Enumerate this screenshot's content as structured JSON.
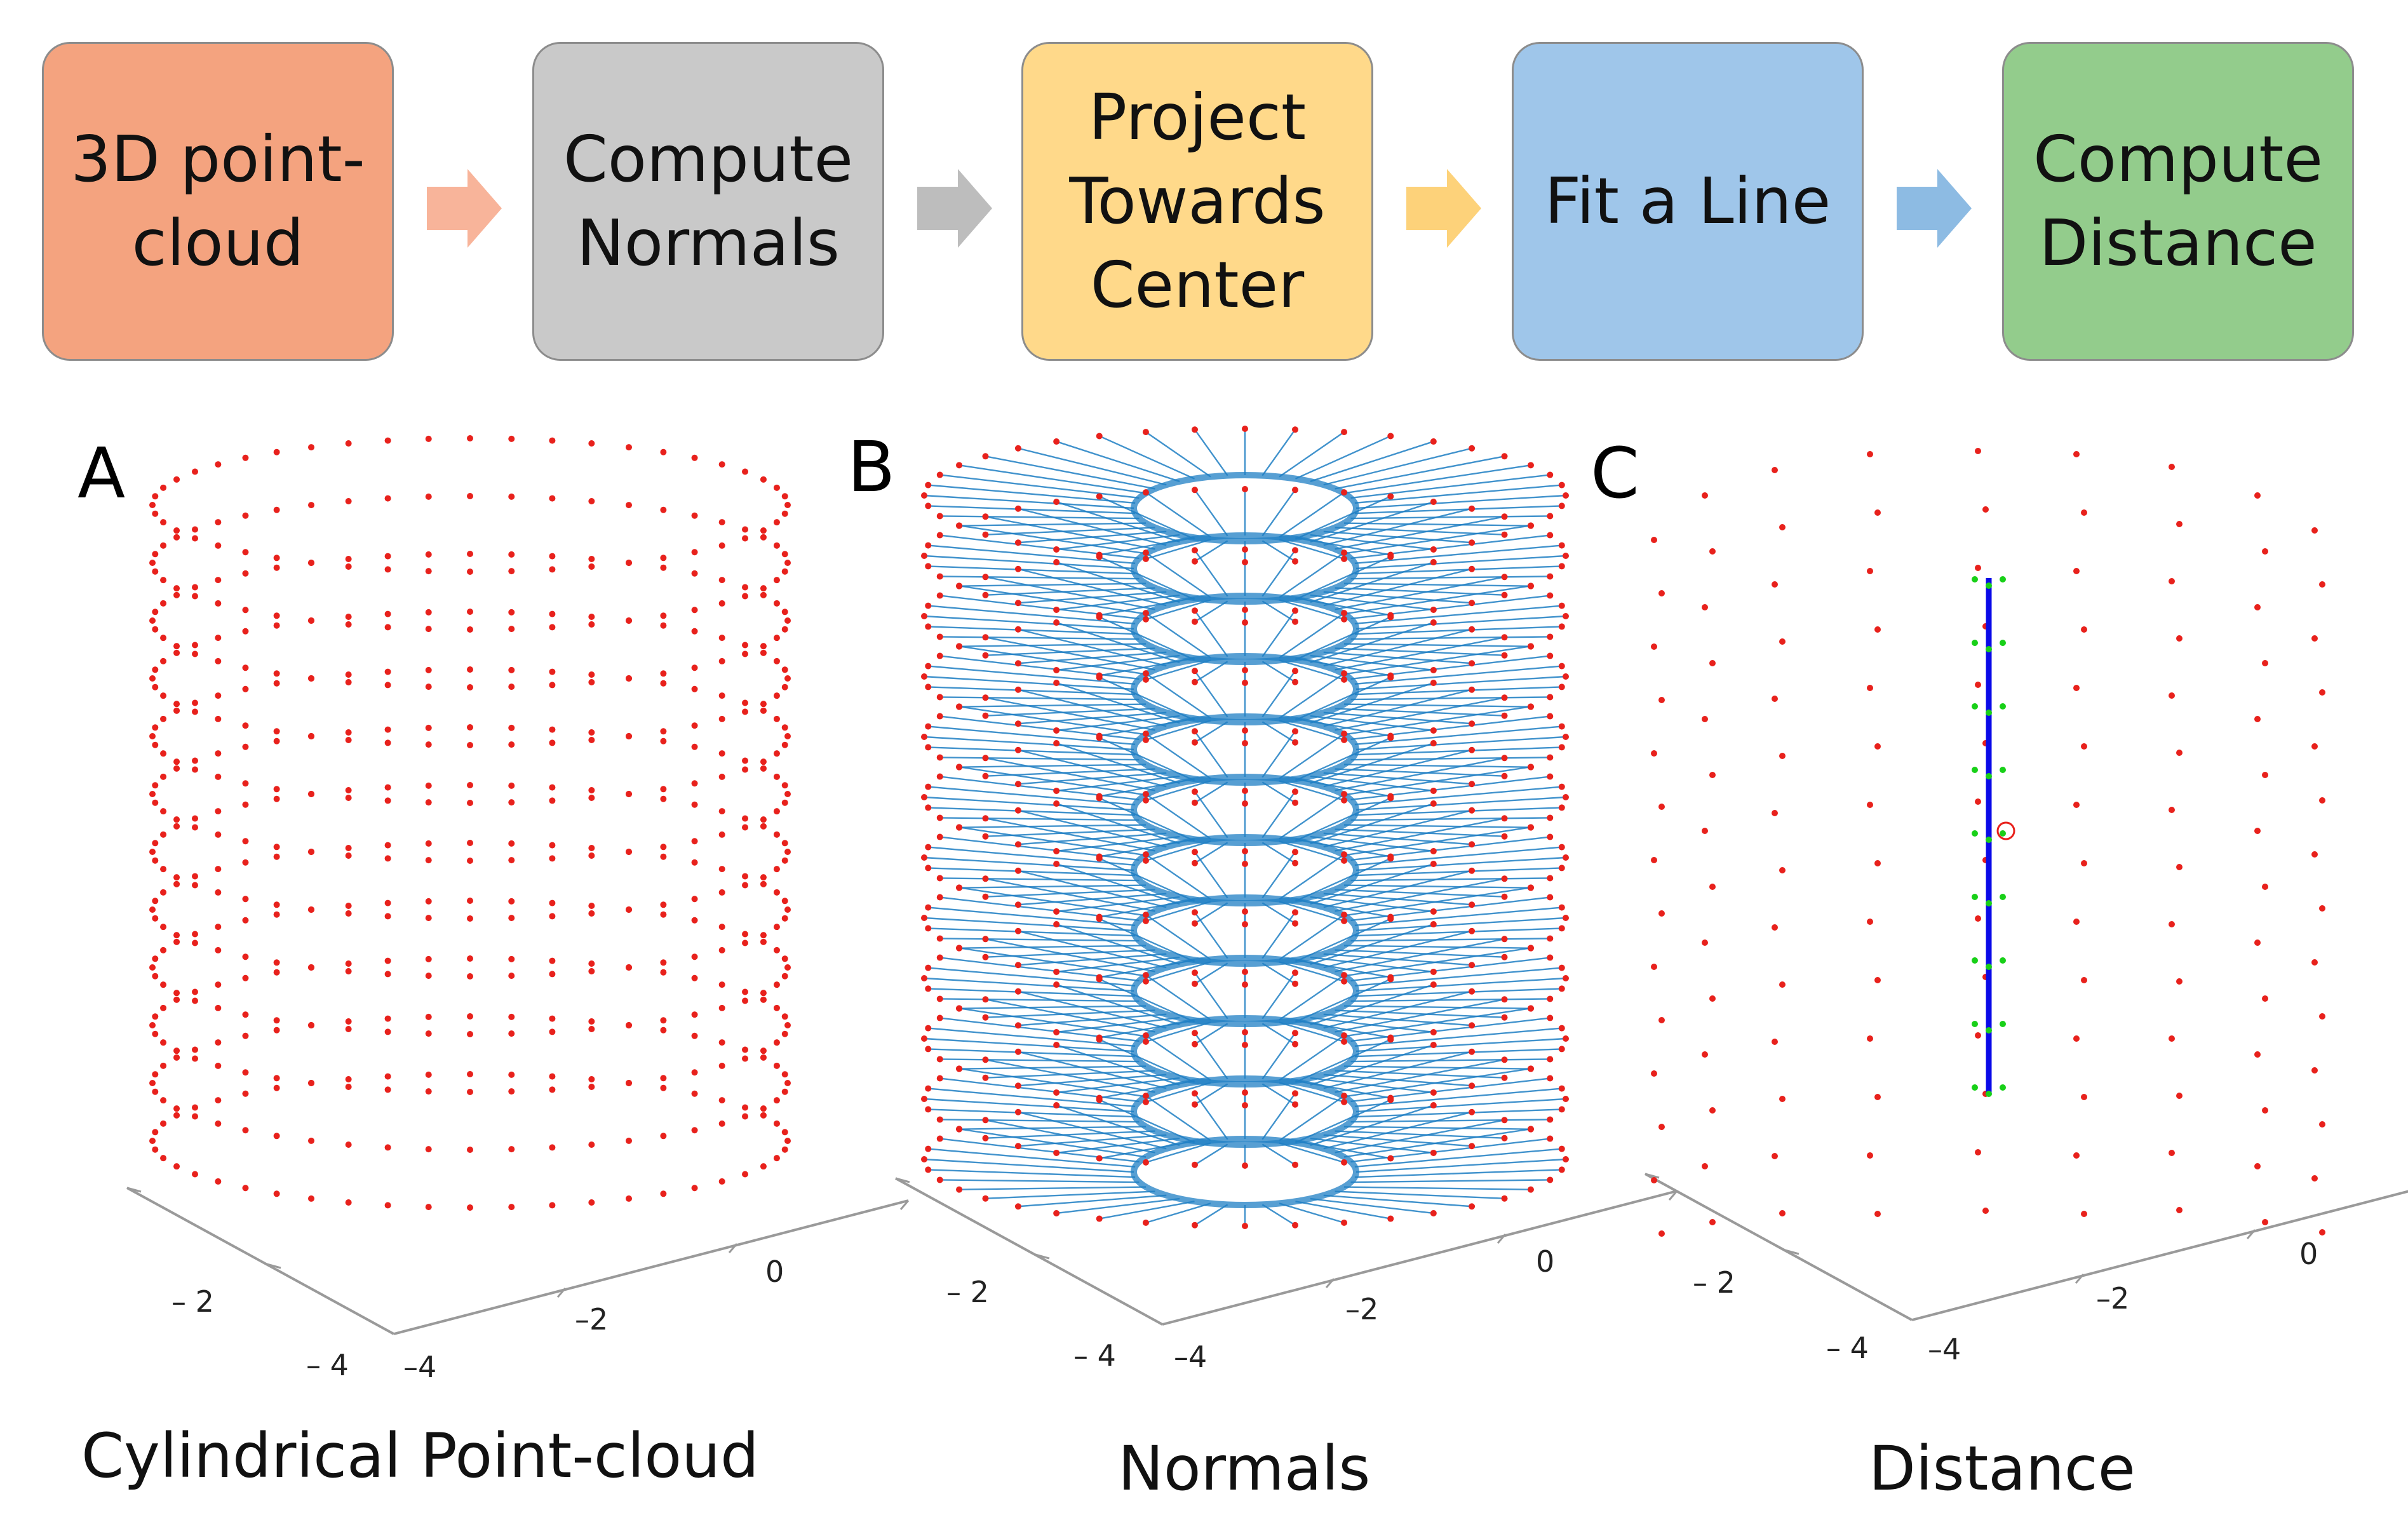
{
  "pipeline": {
    "steps": [
      {
        "label": "3D point-\ncloud",
        "color": "#f4a37f",
        "arrow": "#f8b49a"
      },
      {
        "label": "Compute\nNormals",
        "color": "#c9c9c9",
        "arrow": "#bdbdbd"
      },
      {
        "label": "Project\nTowards\nCenter",
        "color": "#ffd98a",
        "arrow": "#fdd27a"
      },
      {
        "label": "Fit a Line",
        "color": "#9fc6ea",
        "arrow": "#8dbbe3"
      },
      {
        "label": "Compute\nDistance",
        "color": "#93cc8c",
        "arrow": null
      }
    ]
  },
  "panels": [
    {
      "letter": "A",
      "caption": "Cylindrical Point-cloud",
      "ticks": {
        "left_near": "– 2",
        "left_far": "– 4",
        "front_1": "–4",
        "front_2": "–2",
        "front_3": "0"
      }
    },
    {
      "letter": "B",
      "caption": "Normals",
      "ticks": {
        "left_near": "– 2",
        "left_far": "– 4",
        "front_1": "–4",
        "front_2": "–2",
        "front_3": "0"
      }
    },
    {
      "letter": "C",
      "caption": "Distance",
      "ticks": {
        "left_near": "– 2",
        "left_far": "– 4",
        "front_1": "–4",
        "front_2": "–2",
        "front_3": "0"
      }
    }
  ],
  "colors": {
    "points": "#e8211c",
    "normals": "#1f7fc4",
    "fit_line": "#0a0ae8",
    "projected": "#18d018",
    "axes": "#9a9a9a"
  }
}
